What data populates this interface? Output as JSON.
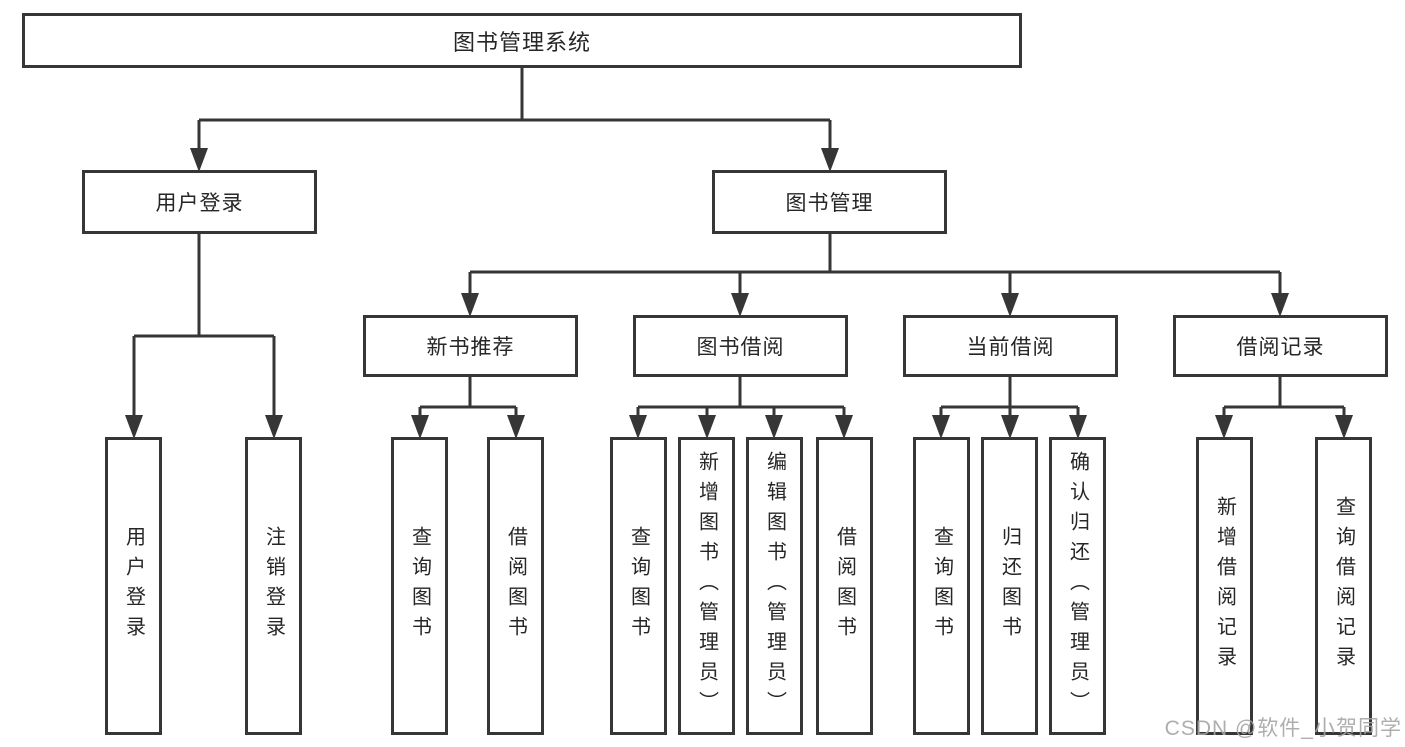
{
  "tree": {
    "root": "图书管理系统",
    "l2": [
      {
        "id": "user-login",
        "label": "用户登录",
        "leaves": [
          "用户登录",
          "注销登录"
        ]
      },
      {
        "id": "book-management",
        "label": "图书管理",
        "groups": [
          {
            "id": "new-book-recommend",
            "label": "新书推荐",
            "leaves": [
              "查询图书",
              "借阅图书"
            ]
          },
          {
            "id": "book-borrow",
            "label": "图书借阅",
            "leaves": [
              "查询图书",
              "新增图书（管理员）",
              "编辑图书（管理员）",
              "借阅图书"
            ]
          },
          {
            "id": "current-borrow",
            "label": "当前借阅",
            "leaves": [
              "查询图书",
              "归还图书",
              "确认归还（管理员）"
            ]
          },
          {
            "id": "borrow-record",
            "label": "借阅记录",
            "leaves": [
              "新增借阅记录",
              "查询借阅记录"
            ]
          }
        ]
      }
    ]
  },
  "watermark": {
    "text": "CSDN @软件_小贺同学"
  },
  "colors": {
    "line": "#363636",
    "box_border": "#363636",
    "text": "#262626",
    "watermark": "#a5a5a5",
    "background": "#ffffff"
  }
}
